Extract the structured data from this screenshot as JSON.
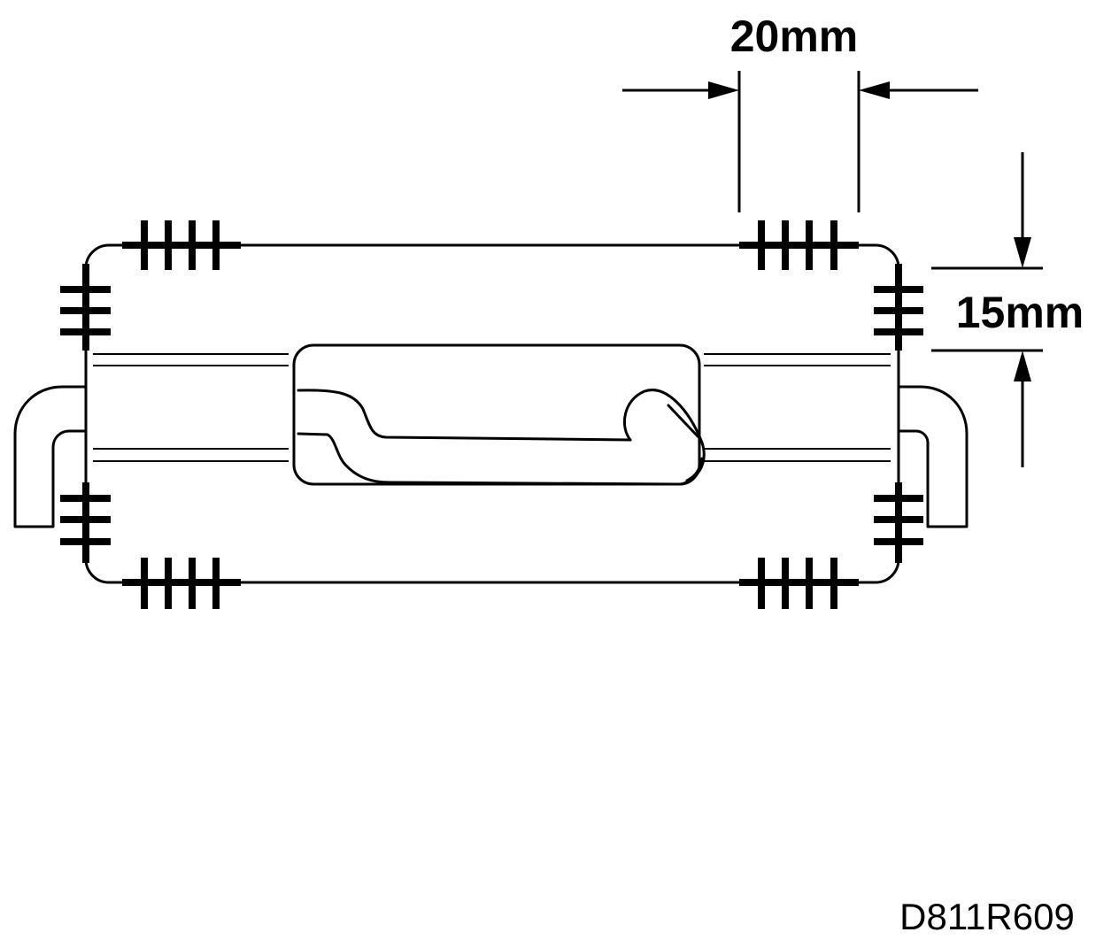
{
  "dimensions": {
    "width_label": "20mm",
    "height_label": "15mm"
  },
  "figure": {
    "code": "D811R609"
  }
}
